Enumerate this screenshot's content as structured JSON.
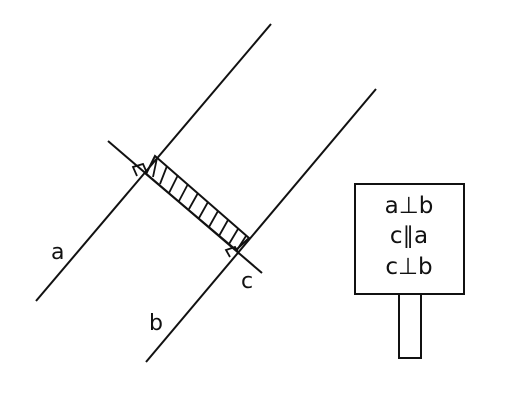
{
  "diagram": {
    "labels": {
      "line_a": "a",
      "line_b": "b",
      "line_c": "c"
    },
    "sign": {
      "lines": [
        "a⊥b",
        "c∥a",
        "c⊥b"
      ]
    },
    "colors": {
      "stroke": "#111111",
      "background": "#ffffff"
    }
  }
}
